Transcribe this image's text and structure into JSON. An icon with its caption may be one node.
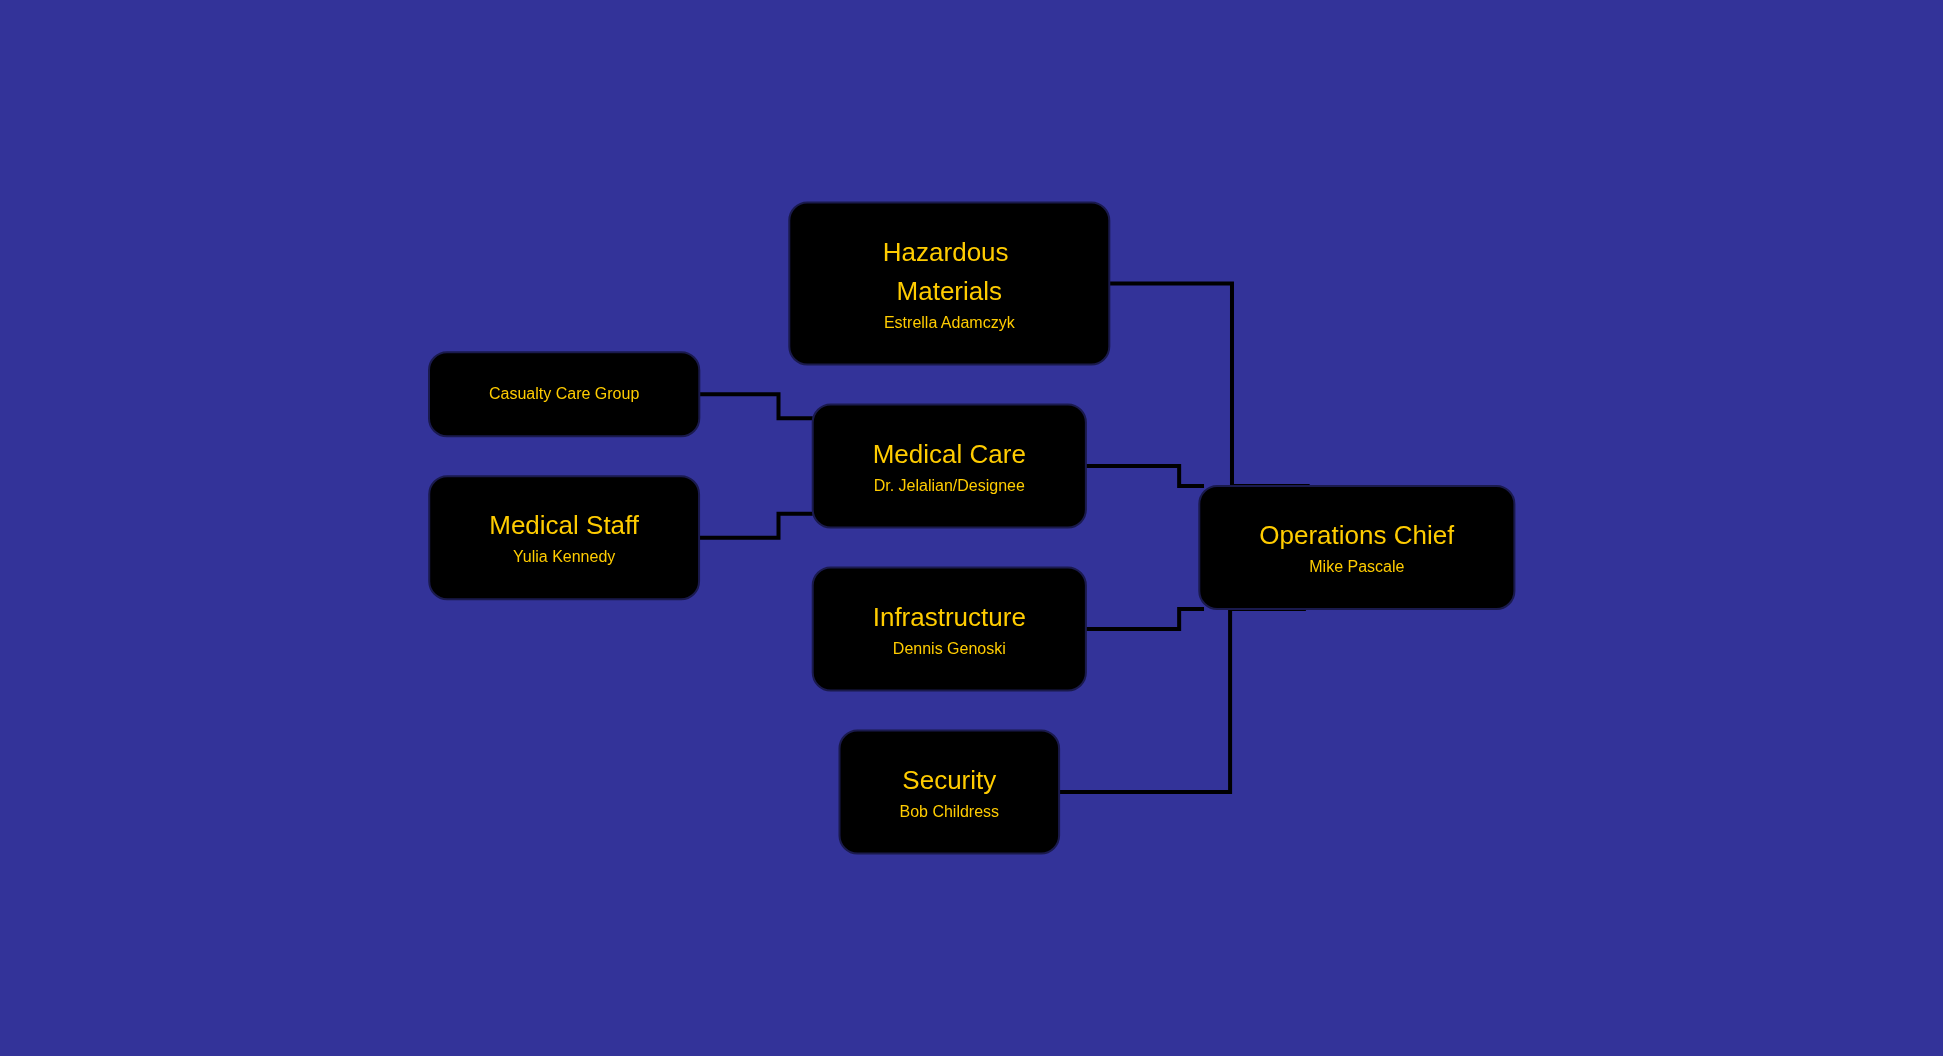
{
  "diagram": {
    "nodes": [
      {
        "text": [
          "Operations Chief",
          "Mike Pascale"
        ]
      },
      {
        "text": [
          "Hazardous Materials",
          "Estrella Adamczyk"
        ]
      },
      {
        "text": [
          "Medical Care",
          "Dr. Jelalian/Designee"
        ]
      },
      {
        "text": [
          "Casualty Care Group"
        ]
      },
      {
        "text": [
          "Medical Staff",
          "Yulia Kennedy"
        ]
      },
      {
        "text": [
          "Infrastructure",
          "Dennis Genoski"
        ]
      },
      {
        "text": [
          "Security",
          "Bob Childress"
        ]
      }
    ],
    "edges": [
      {
        "from": 0,
        "to": 1,
        "arrow": "none"
      },
      {
        "from": 0,
        "to": 2,
        "arrow": "none"
      },
      {
        "from": 2,
        "to": 3,
        "arrow": "none"
      },
      {
        "from": 2,
        "to": 4,
        "arrow": "none"
      },
      {
        "from": 0,
        "to": 5,
        "arrow": "none"
      },
      {
        "from": 0,
        "to": 6,
        "arrow": "none"
      }
    ]
  }
}
